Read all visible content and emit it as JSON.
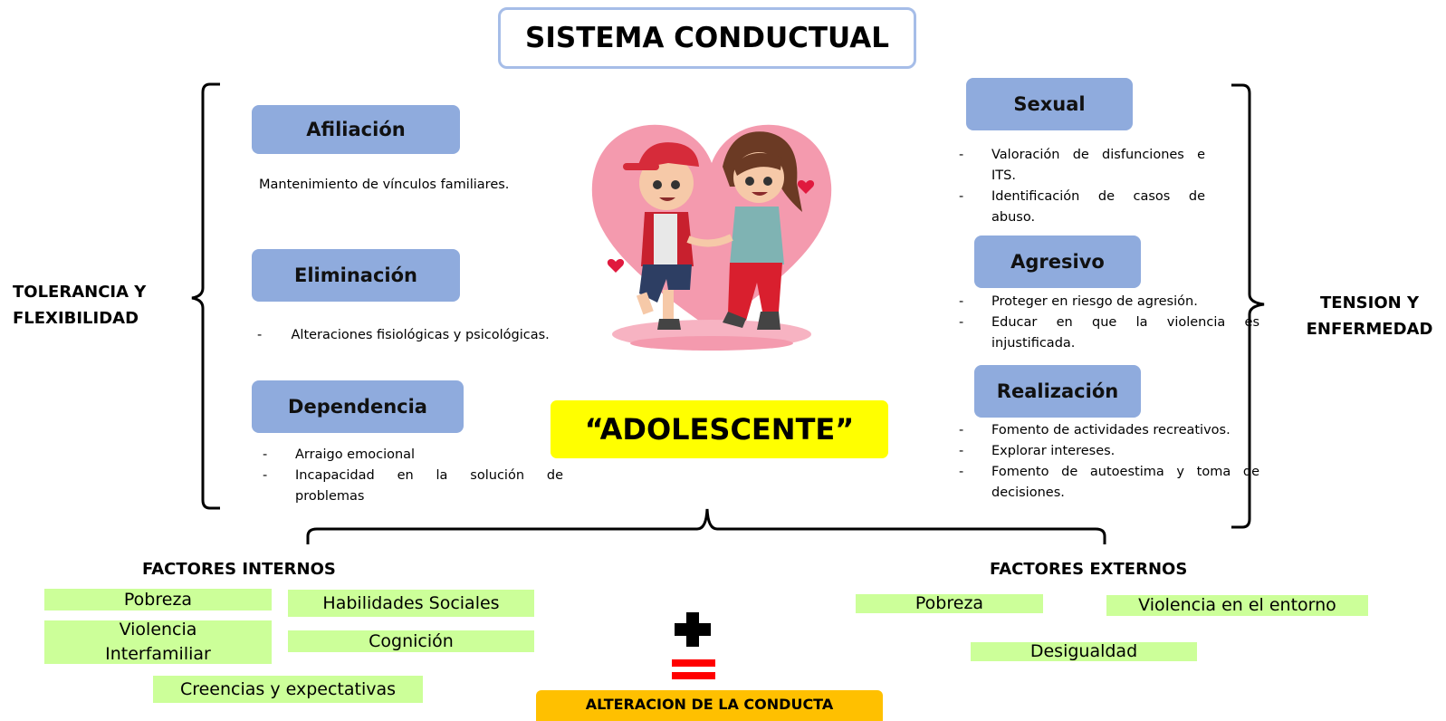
{
  "title": "SISTEMA CONDUCTUAL",
  "left_label": [
    "TOLERANCIA Y",
    "FLEXIBILIDAD"
  ],
  "right_label": [
    "TENSION Y",
    "ENFERMEDAD"
  ],
  "center_label": "“ADOLESCENTE”",
  "left_subsystems": [
    {
      "name": "Afiliación",
      "text": "Mantenimiento de vínculos familiares."
    },
    {
      "name": "Eliminación",
      "text": "Alteraciones fisiológicas y psicológicas."
    },
    {
      "name": "Dependencia",
      "items": [
        "Arraigo emocional",
        "Incapacidad en la solución de problemas"
      ]
    }
  ],
  "right_subsystems": [
    {
      "name": "Sexual",
      "items": [
        "Valoración de disfunciones e ITS.",
        "Identificación de casos de abuso."
      ]
    },
    {
      "name": "Agresivo",
      "items": [
        "Proteger en riesgo de agresión.",
        "Educar en que la violencia es injustificada."
      ]
    },
    {
      "name": "Realización",
      "items": [
        "Fomento de actividades recreativos.",
        "Explorar intereses.",
        "Fomento de autoestima y toma de decisiones."
      ]
    }
  ],
  "internal": {
    "title": "FACTORES INTERNOS",
    "items": [
      "Pobreza",
      "Habilidades Sociales",
      "Violencia Interfamiliar",
      "Cognición",
      "Creencias y expectativas"
    ]
  },
  "external": {
    "title": "FACTORES EXTERNOS",
    "items": [
      "Pobreza",
      "Violencia en el entorno",
      "Desigualdad"
    ]
  },
  "result": "ALTERACION DE LA CONDUCTA",
  "colors": {
    "category": "#8fabdd",
    "factor": "#ccff99",
    "center": "#ffff00",
    "result": "#ffc000",
    "plus": "#000000",
    "equals": "#ff0000"
  }
}
